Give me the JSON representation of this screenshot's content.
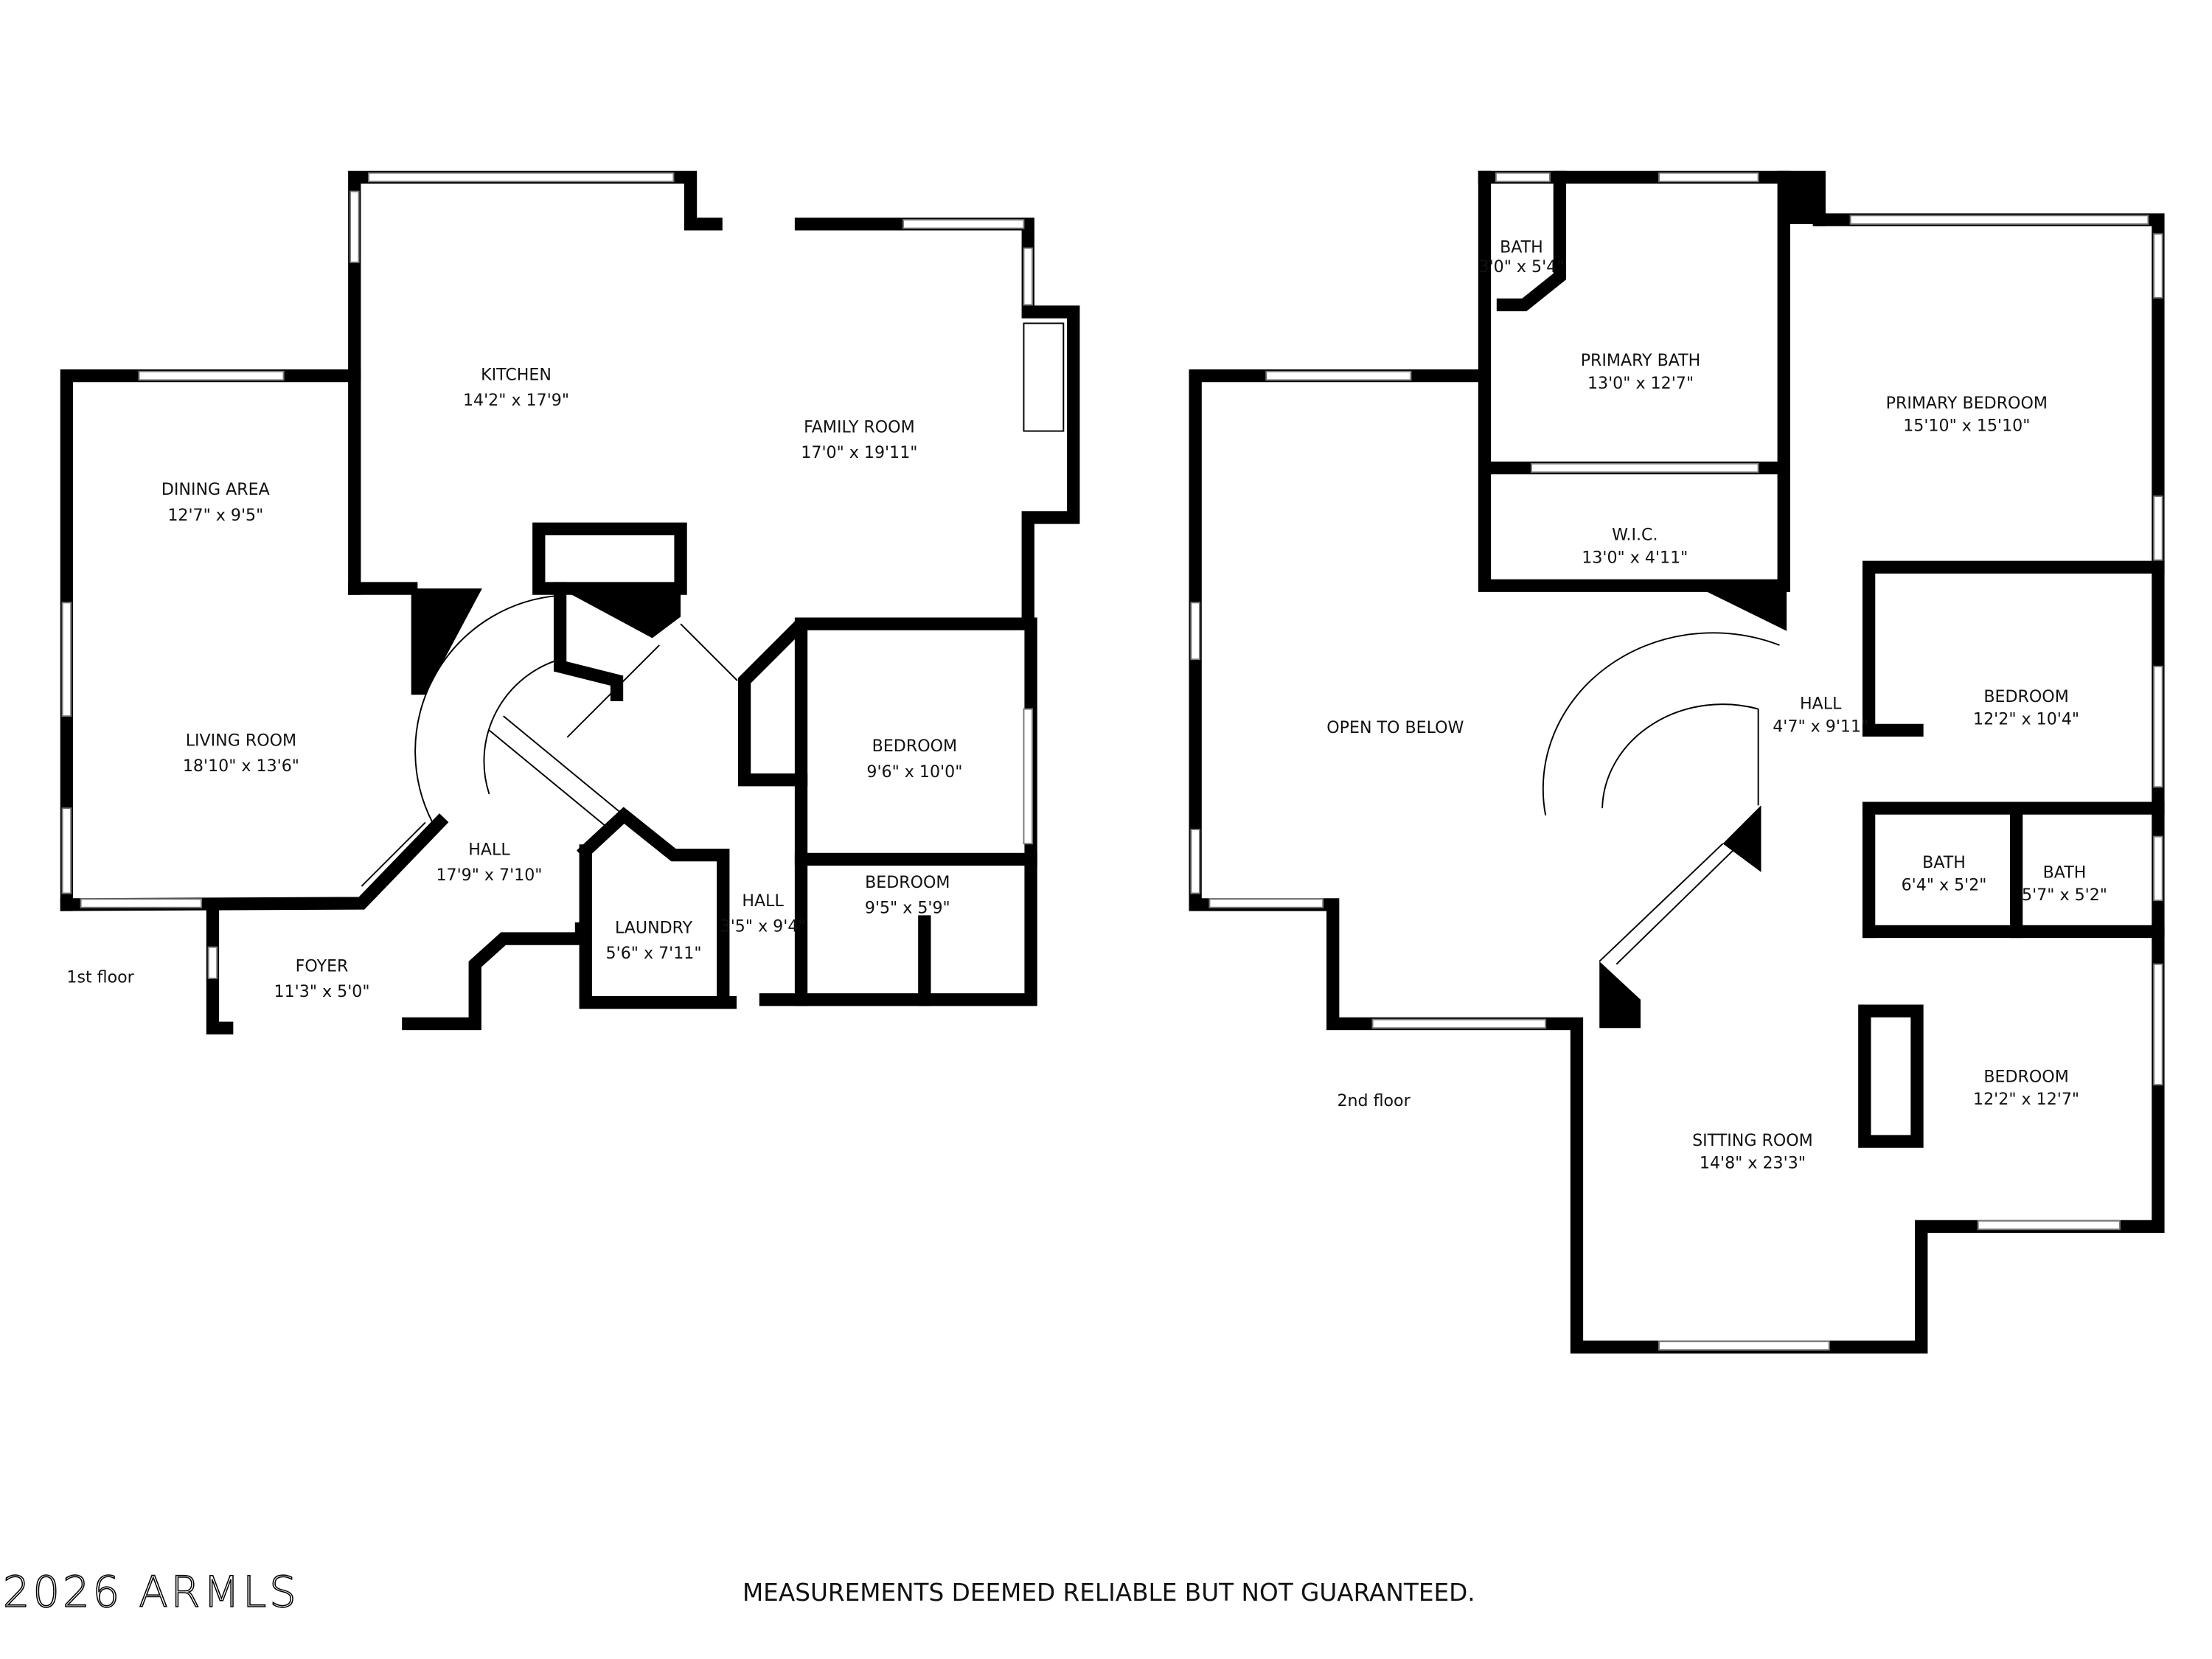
{
  "floors": [
    {
      "label": "1st floor",
      "rooms": [
        {
          "name": "KITCHEN",
          "dims": "14'2\" x 17'9\""
        },
        {
          "name": "FAMILY ROOM",
          "dims": "17'0\" x 19'11\""
        },
        {
          "name": "DINING AREA",
          "dims": "12'7\" x 9'5\""
        },
        {
          "name": "LIVING ROOM",
          "dims": "18'10\" x 13'6\""
        },
        {
          "name": "BEDROOM",
          "dims": "9'6\" x 10'0\""
        },
        {
          "name": "BEDROOM",
          "dims": "9'5\" x 5'9\""
        },
        {
          "name": "HALL",
          "dims": "17'9\" x 7'10\""
        },
        {
          "name": "HALL",
          "dims": "3'5\" x 9'4\""
        },
        {
          "name": "LAUNDRY",
          "dims": "5'6\" x 7'11\""
        },
        {
          "name": "FOYER",
          "dims": "11'3\" x 5'0\""
        }
      ]
    },
    {
      "label": "2nd floor",
      "rooms": [
        {
          "name": "BATH",
          "dims": "3'0\" x 5'4\""
        },
        {
          "name": "PRIMARY BATH",
          "dims": "13'0\" x 12'7\""
        },
        {
          "name": "PRIMARY BEDROOM",
          "dims": "15'10\" x 15'10\""
        },
        {
          "name": "W.I.C.",
          "dims": "13'0\" x 4'11\""
        },
        {
          "name": "OPEN TO BELOW",
          "dims": ""
        },
        {
          "name": "HALL",
          "dims": "4'7\" x 9'11\""
        },
        {
          "name": "BEDROOM",
          "dims": "12'2\" x 10'4\""
        },
        {
          "name": "BATH",
          "dims": "6'4\" x 5'2\""
        },
        {
          "name": "BATH",
          "dims": "5'7\" x 5'2\""
        },
        {
          "name": "BEDROOM",
          "dims": "12'2\" x 12'7\""
        },
        {
          "name": "SITTING ROOM",
          "dims": "14'8\" x 23'3\""
        }
      ]
    }
  ],
  "disclaimer": "MEASUREMENTS DEEMED RELIABLE BUT NOT GUARANTEED.",
  "watermark": "2026 ARMLS",
  "colors": {
    "wall": "#000000",
    "background": "#ffffff"
  }
}
